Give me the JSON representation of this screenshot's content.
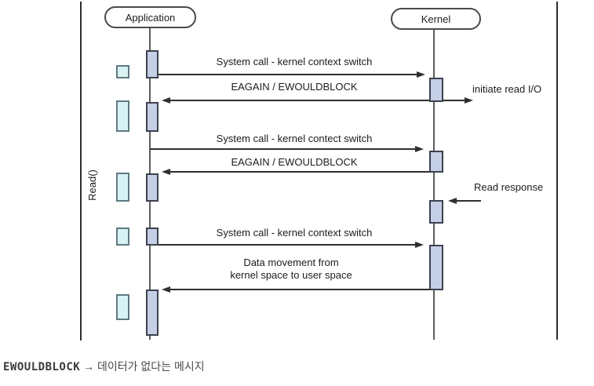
{
  "diagram": {
    "title_context": "Non-blocking I/O sequence diagram",
    "actors": {
      "left": "Application",
      "right": "Kernel"
    },
    "side_label": "Read()",
    "messages": {
      "syscall_1": "System call - kernel context switch",
      "eagain_1": "EAGAIN / EWOULDBLOCK",
      "initiate_read": "initiate read I/O",
      "syscall_2": "System call - kernel contect switch",
      "eagain_2": "EAGAIN / EWOULDBLOCK",
      "read_response": "Read response",
      "syscall_3": "System call - kernel context switch",
      "data_movement_line1": "Data movement from",
      "data_movement_line2": "kernel space to user space"
    },
    "colors": {
      "activation_fill": "#c5cfe6",
      "activation_border": "#3c414d",
      "buffer_fill": "#d9f2f4",
      "buffer_border": "#5e7a82",
      "line": "#2f2f2f"
    }
  },
  "caption": {
    "code": "EWOULDBLOCK",
    "arrow": "→",
    "text": "데이터가 없다는 메시지"
  }
}
